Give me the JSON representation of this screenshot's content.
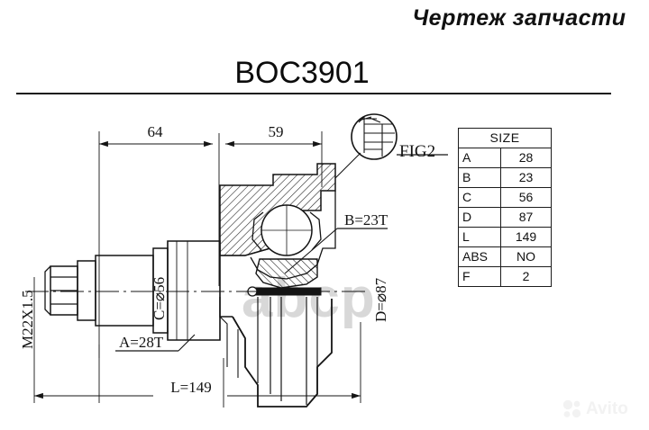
{
  "header": {
    "title": "Чертеж запчасти",
    "part_number": "BOC3901"
  },
  "drawing": {
    "dimensions": {
      "top_left": "64",
      "top_right": "59",
      "bottom_total": "L=149",
      "thread": "M22X1.5",
      "inner_spline": "A=28T",
      "outer_spline": "B=23T",
      "shaft_diameter": "C=⌀56",
      "joint_diameter": "D=⌀87"
    },
    "callout": {
      "label": "FIG2"
    }
  },
  "spec_table": {
    "header": "SIZE",
    "rows": [
      {
        "key": "A",
        "value": "28"
      },
      {
        "key": "B",
        "value": "23"
      },
      {
        "key": "C",
        "value": "56"
      },
      {
        "key": "D",
        "value": "87"
      },
      {
        "key": "L",
        "value": "149"
      },
      {
        "key": "ABS",
        "value": "NO"
      },
      {
        "key": "F",
        "value": "2"
      }
    ]
  },
  "watermarks": {
    "center": "abcp",
    "corner": "Avito"
  },
  "colors": {
    "ink": "#111111",
    "line": "#1a1a1a",
    "watermark_center": "#d8d8d8",
    "watermark_corner": "#f2f2f2"
  }
}
